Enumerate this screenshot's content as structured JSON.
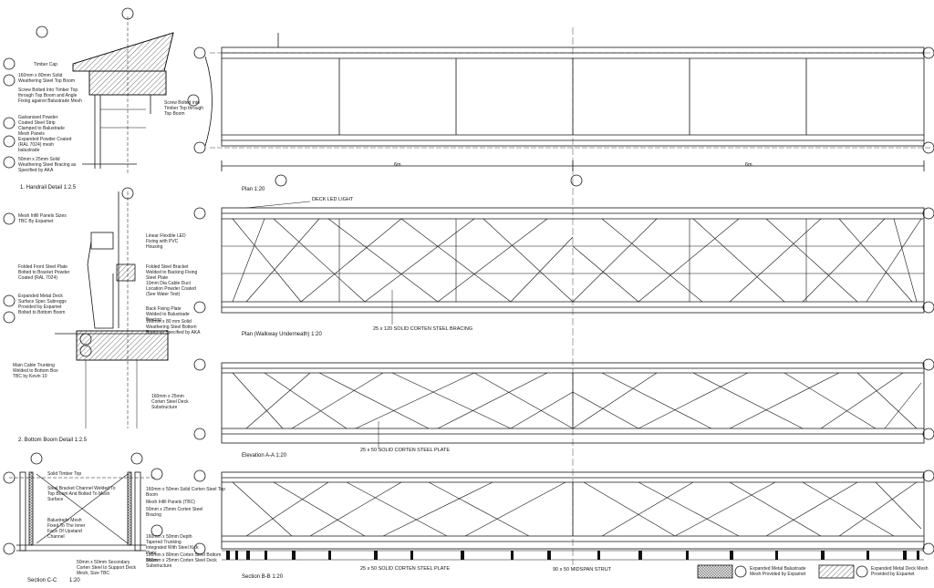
{
  "titles": {
    "handrail": "1. Handrail Detail 1:2.5",
    "bottom_boom": "2. Bottom Boom Detail 1:2.5",
    "section_cc": "Section C-C",
    "section_cc_scale": "1:20",
    "plan": "Plan 1:20",
    "plan_walkway": "Plan (Walkway Underneath) 1:20",
    "elevation": "Elevation A-A 1:20",
    "section_bb": "Section B-B 1:20"
  },
  "callouts": {
    "deck_led": "DECK LED LIGHT",
    "bracing_120": "25 x 120 SOLID CORTEN STEEL BRACING",
    "plate_50_elev": "25 x 50 SOLID CORTEN STEEL PLATE",
    "plate_50_sec": "25 x 50 SOLID CORTEN STEEL PLATE",
    "midspan": "90 x 50 MIDSPAN STRUT",
    "dim_6m_left": "6m",
    "dim_6m_right": "6m"
  },
  "handrail_notes": [
    "Timber Cap",
    "160mm x 80mm Solid Weathering Steel Top Boom",
    "Screw Bolted Into Timber Top through Top Boom and Angle Fixing against Balustrade Mesh",
    "Galvanised Powder Coated Steel Strip Clamped to Balustrade Mesh Panels",
    "Expanded Powder Coated (RAL 7024) mesh balustrade",
    "50mm x 25mm Solid Weathering Steel Bracing as Specified by AKA",
    "Screw Bolted into Timber Top through Top Boom"
  ],
  "bottom_notes": [
    "Mesh Infill Panels Sizes TBC By Expamet",
    "Linear Flexible LED Fixing with PVC Housing",
    "Folded Steel Bracket Welded to Backing Fixing Steel Plate",
    "Folded Front Steel Plate Bolted to Bracket Powder Coated (RAL 7024)",
    "10mm Dia Cable Duct Location Powder Coated (See Water Test)",
    "Expanded Metal Deck Surface Spec Subreggs Provided by Expamet Bolted to Bottom Boom",
    "Back Fixing Plate Welded to Balustrade Bracing",
    "160mm x 80 mm Solid Weathering Steel Bottom Boom as Specified by AKA",
    "Main Cable Trunking Welded to Bottom Box TBC by Kevin 10",
    "160mm x 25mm Corten Steel Deck Substructure"
  ],
  "section_notes": [
    "Solid Timber Top",
    "Steel Bracket Channel Welded To Top Boom And Bolted To Mesh Surface",
    "160mm x 50mm Solid Corten Steel Top Boom",
    "Balustrade Mesh Fixed To The Inner Face Of Upstand Channel",
    "Mesh Infill Panels (TBC)",
    "50mm x 25mm Corten Steel Bracing",
    "160mm x 50mm Depth Tapered Trunking Integrated With Steel Kick Plate",
    "160mm x 80mm Corten Steel Bottom Boom",
    "160mm x 25mm Corten Steel Deck Substructure",
    "50mm x 50mm Secondary Corten Steel to Support Deck Mesh, Size TBC"
  ],
  "legend": [
    {
      "text": "Expanded Metal Balustrade Mesh Provided by Expamet"
    },
    {
      "text": "Expanded Metal Deck Mesh Provided by Expamet"
    }
  ]
}
